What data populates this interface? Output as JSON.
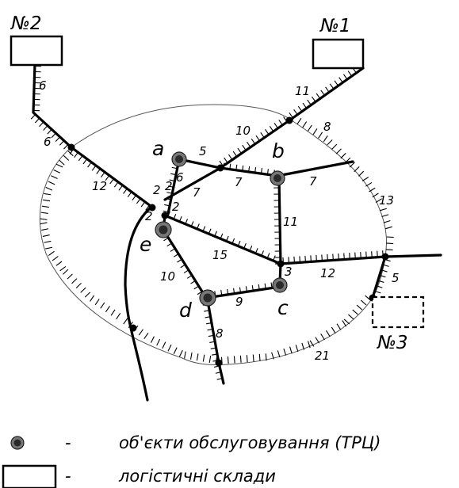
{
  "warehouses": [
    {
      "id": "wh2",
      "label": "№2"
    },
    {
      "id": "wh1",
      "label": "№1"
    },
    {
      "id": "wh3",
      "label": "№3"
    }
  ],
  "objects": [
    {
      "id": "a",
      "label": "a"
    },
    {
      "id": "b",
      "label": "b"
    },
    {
      "id": "c",
      "label": "c"
    },
    {
      "id": "d",
      "label": "d"
    },
    {
      "id": "e",
      "label": "e"
    }
  ],
  "edge_labels": {
    "wh2_stem": "6",
    "wh2_node": "6",
    "wh2_hub": "12",
    "wh1_stem": "11",
    "mid_j": "10",
    "ring_ne": "8",
    "a_j": "5",
    "a_hub": "6",
    "hub_j": "7",
    "j_b": "7",
    "b_east": "7",
    "ring_e": "13",
    "b_c3": "11",
    "hub_a_small": "2",
    "hub_small1": "2",
    "hub_small2": "2",
    "hub_e": "2",
    "hub_c3": "15",
    "c3": "3",
    "c3_east": "12",
    "e_d": "10",
    "d_c": "9",
    "ring_se_stub": "5",
    "d_south": "8",
    "ring_s": "21"
  },
  "legend": [
    {
      "dash": "-",
      "text": "об'єкти обслуговування (ТРЦ)"
    },
    {
      "dash": "-",
      "text": "логістичні склади"
    }
  ]
}
